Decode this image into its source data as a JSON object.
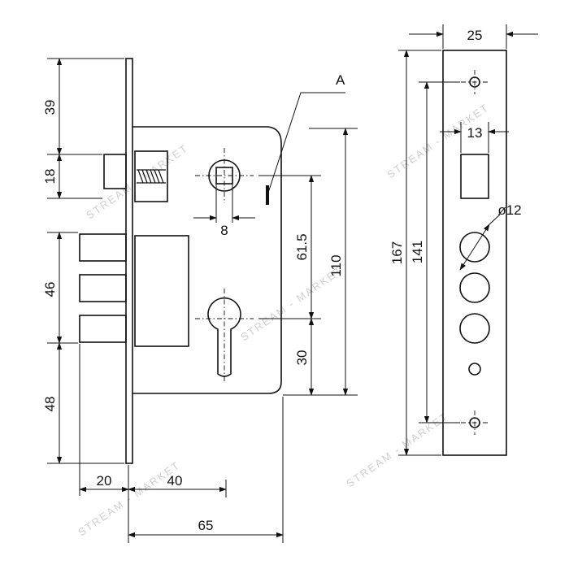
{
  "labels": {
    "detail_marker": "A",
    "watermark": "STREAM - MARKET"
  },
  "dimensions": {
    "faceplate_width": "25",
    "latch_window_width": "13",
    "cylinder_hole_diameter": "ø12",
    "faceplate_height": "167",
    "screw_hole_spacing": "141",
    "backset": "61.5",
    "case_height": "110",
    "spindle_square": "8",
    "cylinder_center_offset": "30",
    "top_to_latch": "39",
    "latch_height": "18",
    "deadbolt_height": "46",
    "bottom_to_deadbolt": "48",
    "deadbolt_throw": "20",
    "body_depth_partial": "40",
    "body_depth_total": "65"
  }
}
